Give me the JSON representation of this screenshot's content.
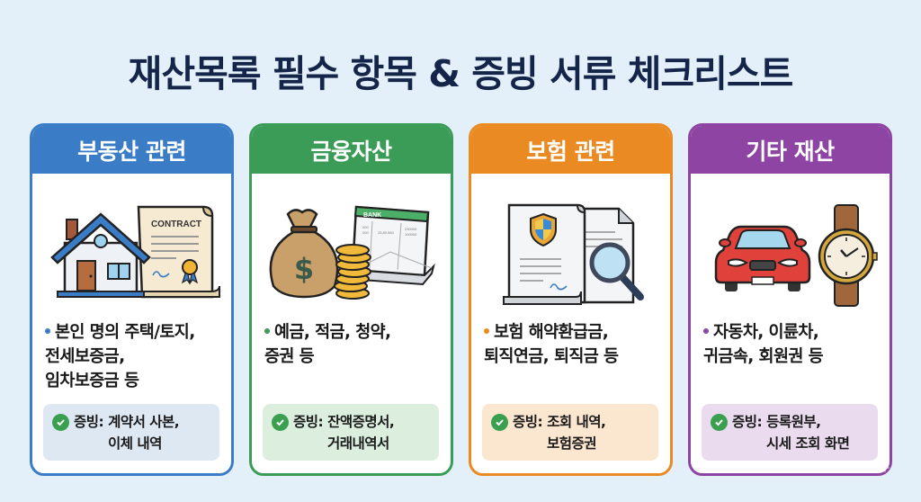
{
  "title": "재산목록 필수 항목 & 증빙 서류 체크리스트",
  "colors": {
    "background": "#e3f0fa",
    "title": "#15254a",
    "check": "#3aa04f"
  },
  "cards": [
    {
      "header": "부동산 관련",
      "accent": "#3a7cc6",
      "evidence_bg": "#dde8f3",
      "illustration": "house-and-contract",
      "illustration_label": "CONTRACT",
      "items_lines": [
        "본인 명의 주택/토지,",
        "전세보증금,",
        "임차보증금 등"
      ],
      "evidence_line1": "증빙: 계약서 사본,",
      "evidence_line2": "이체 내역"
    },
    {
      "header": "금융자산",
      "accent": "#3b9c57",
      "evidence_bg": "#dcefdf",
      "illustration": "money-bag-coins-bankbook",
      "illustration_label": "BANK",
      "items_lines": [
        "예금, 적금, 청약,",
        "증권 등"
      ],
      "evidence_line1": "증빙: 잔액증명서,",
      "evidence_line2": "거래내역서"
    },
    {
      "header": "보험 관련",
      "accent": "#ea8a22",
      "evidence_bg": "#fbe6d0",
      "illustration": "insurance-policy-magnifier",
      "items_lines": [
        "보험 해약환급금,",
        "퇴직연금, 퇴직금 등"
      ],
      "evidence_line1": "증빙: 조회 내역,",
      "evidence_line2": "보험증권"
    },
    {
      "header": "기타 재산",
      "accent": "#8e44a3",
      "evidence_bg": "#eadcee",
      "illustration": "car-and-watch",
      "items_lines": [
        "자동차, 이륜차,",
        "귀금속, 회원권 등"
      ],
      "evidence_line1": "증빙: 등록원부,",
      "evidence_line2": "시세 조회 화면"
    }
  ]
}
